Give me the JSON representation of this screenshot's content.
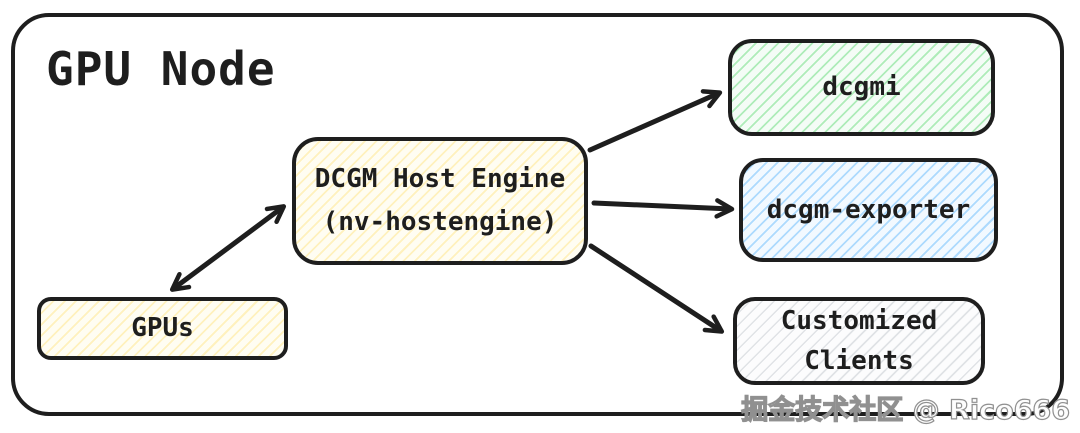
{
  "diagram": {
    "title": "GPU Node",
    "nodes": {
      "gpus": {
        "label": "GPUs"
      },
      "host_engine": {
        "line1": "DCGM Host Engine",
        "line2": "(nv-hostengine)"
      },
      "dcgmi": {
        "label": "dcgmi"
      },
      "dcgm_exporter": {
        "label": "dcgm-exporter"
      },
      "customized_clients": {
        "line1": "Customized",
        "line2": "Clients"
      }
    },
    "edges": [
      {
        "from": "GPUs",
        "to": "DCGM Host Engine (nv-hostengine)",
        "direction": "bidirectional"
      },
      {
        "from": "DCGM Host Engine (nv-hostengine)",
        "to": "dcgmi",
        "direction": "one-way"
      },
      {
        "from": "DCGM Host Engine (nv-hostengine)",
        "to": "dcgm-exporter",
        "direction": "one-way"
      },
      {
        "from": "DCGM Host Engine (nv-hostengine)",
        "to": "Customized Clients",
        "direction": "one-way"
      }
    ],
    "colors": {
      "ink": "#1e1e1e",
      "hatch_yellow": "#ffe792",
      "hatch_green": "#69db7c",
      "hatch_blue": "#74c0fc",
      "hatch_gray": "#ced4da"
    },
    "watermark": "掘金技术社区 @ Rico666"
  }
}
